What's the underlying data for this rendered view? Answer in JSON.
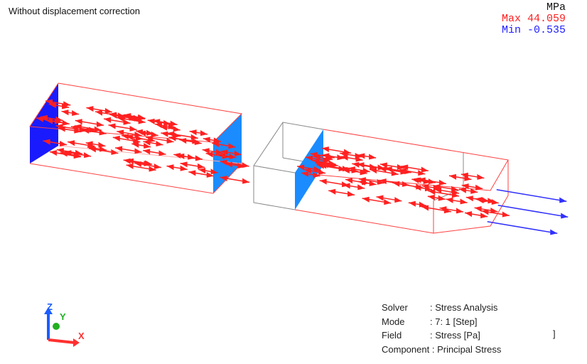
{
  "caption": "Without displacement correction",
  "legend": {
    "unit": "MPa",
    "max_label": "Max",
    "max_value": "44.059",
    "min_label": "Min",
    "min_value": "-0.535",
    "max_color": "#ff2020",
    "min_color": "#2020ff"
  },
  "info": {
    "solver_label": "Solver",
    "solver_value": ": Stress Analysis",
    "mode_label": "Mode",
    "mode_value": ": 7:  1 [Step]",
    "field_label": "Field",
    "field_value": ": Stress [Pa]",
    "component_label": "Component",
    "component_value": ": Principal Stress",
    "bracket": "]"
  },
  "axes": {
    "z": "Z",
    "y": "Y",
    "x": "X"
  }
}
